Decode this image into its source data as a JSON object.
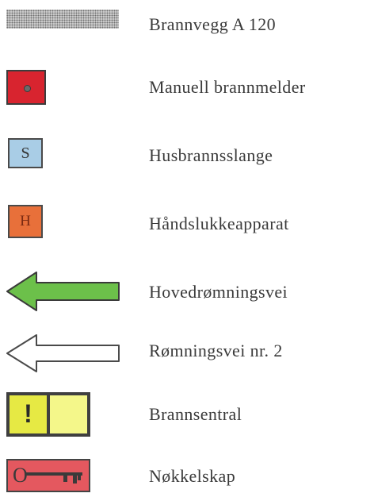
{
  "legend": {
    "items": [
      {
        "label": "Brannvegg  A 120",
        "icon": "firewall-hatch-icon"
      },
      {
        "label": "Manuell brannmelder",
        "icon": "manual-call-point-icon",
        "color": "#d8242f"
      },
      {
        "label": "Husbrannsslange",
        "icon": "hose-reel-icon",
        "symbol_text": "S",
        "color": "#a9cde6"
      },
      {
        "label": "Håndslukkeapparat",
        "icon": "extinguisher-icon",
        "symbol_text": "H",
        "color": "#e8703a"
      },
      {
        "label": "Hovedrømningsvei",
        "icon": "main-escape-arrow-icon",
        "color": "#6cc04a"
      },
      {
        "label": "Rømningsvei nr. 2",
        "icon": "secondary-escape-arrow-icon",
        "color": "#ffffff"
      },
      {
        "label": "Brannsentral",
        "icon": "fire-panel-icon",
        "symbol_text": "!",
        "color": "#f0f35a"
      },
      {
        "label": "Nøkkelskap",
        "icon": "key-cabinet-icon",
        "symbol_text": "O",
        "color": "#e4585f"
      }
    ]
  }
}
